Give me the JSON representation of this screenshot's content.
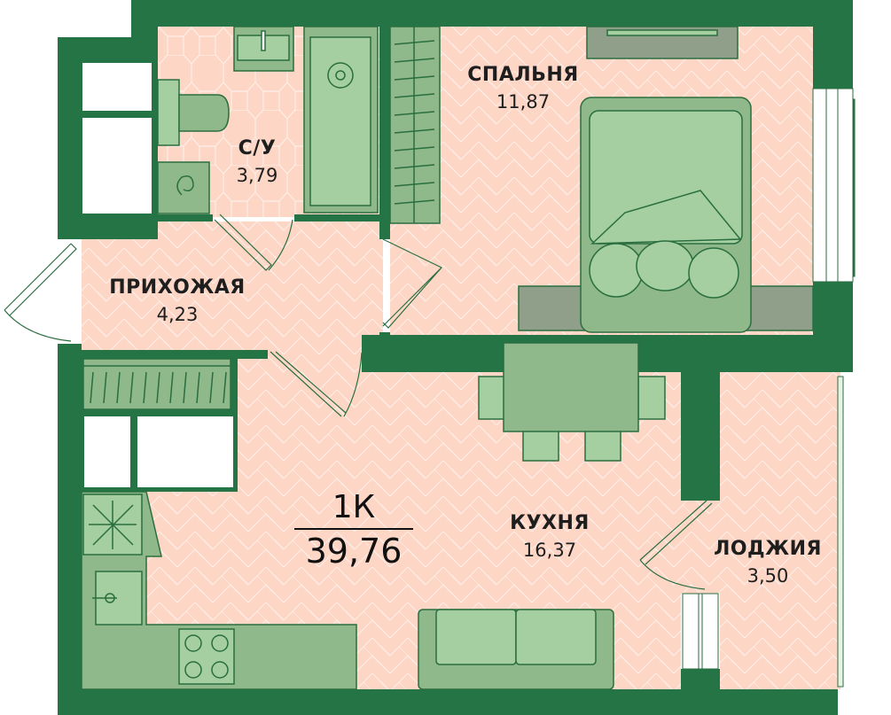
{
  "colors": {
    "wall": "#257446",
    "floor": "#fdd6c6",
    "furniture_dark": "#8fb98a",
    "furniture_light": "#a5cfa0",
    "line": "#2a6e40"
  },
  "apartment": {
    "type": "1К",
    "total_area": "39,76"
  },
  "rooms": [
    {
      "name": "С/У",
      "area": "3,79"
    },
    {
      "name": "СПАЛЬНЯ",
      "area": "11,87"
    },
    {
      "name": "ПРИХОЖАЯ",
      "area": "4,23"
    },
    {
      "name": "КУХНЯ",
      "area": "16,37"
    },
    {
      "name": "ЛОДЖИЯ",
      "area": "3,50"
    }
  ]
}
